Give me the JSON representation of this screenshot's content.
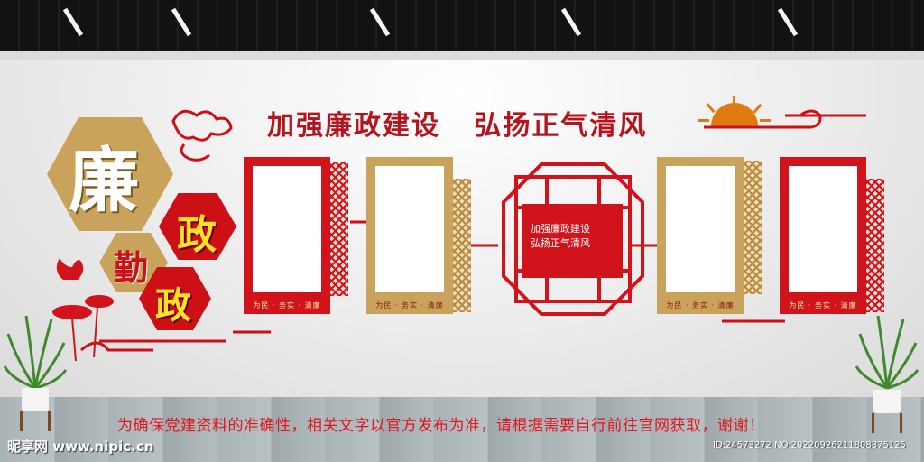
{
  "headline": "加强廉政建设   弘扬正气清风",
  "hex_texts": {
    "big": "廉",
    "top_red": "政",
    "mid_gold": "勤",
    "bottom_red": "政"
  },
  "panel_caption": "为民 · 务实 · 清廉",
  "center_label_line1": "加强廉政建设",
  "center_label_line2": "弘扬正气清风",
  "caption": "为确保党建资料的准确性，相关文字以官方发布为准，请根据需要自行前往官网获取，谢谢！",
  "watermark_left": "昵享网 www.nipic.cn",
  "watermark_right": "ID:24573272 NO:20220926211808375125",
  "colors": {
    "red": "#cc1016",
    "gold": "#c9a25c",
    "wall": "#ececec"
  }
}
